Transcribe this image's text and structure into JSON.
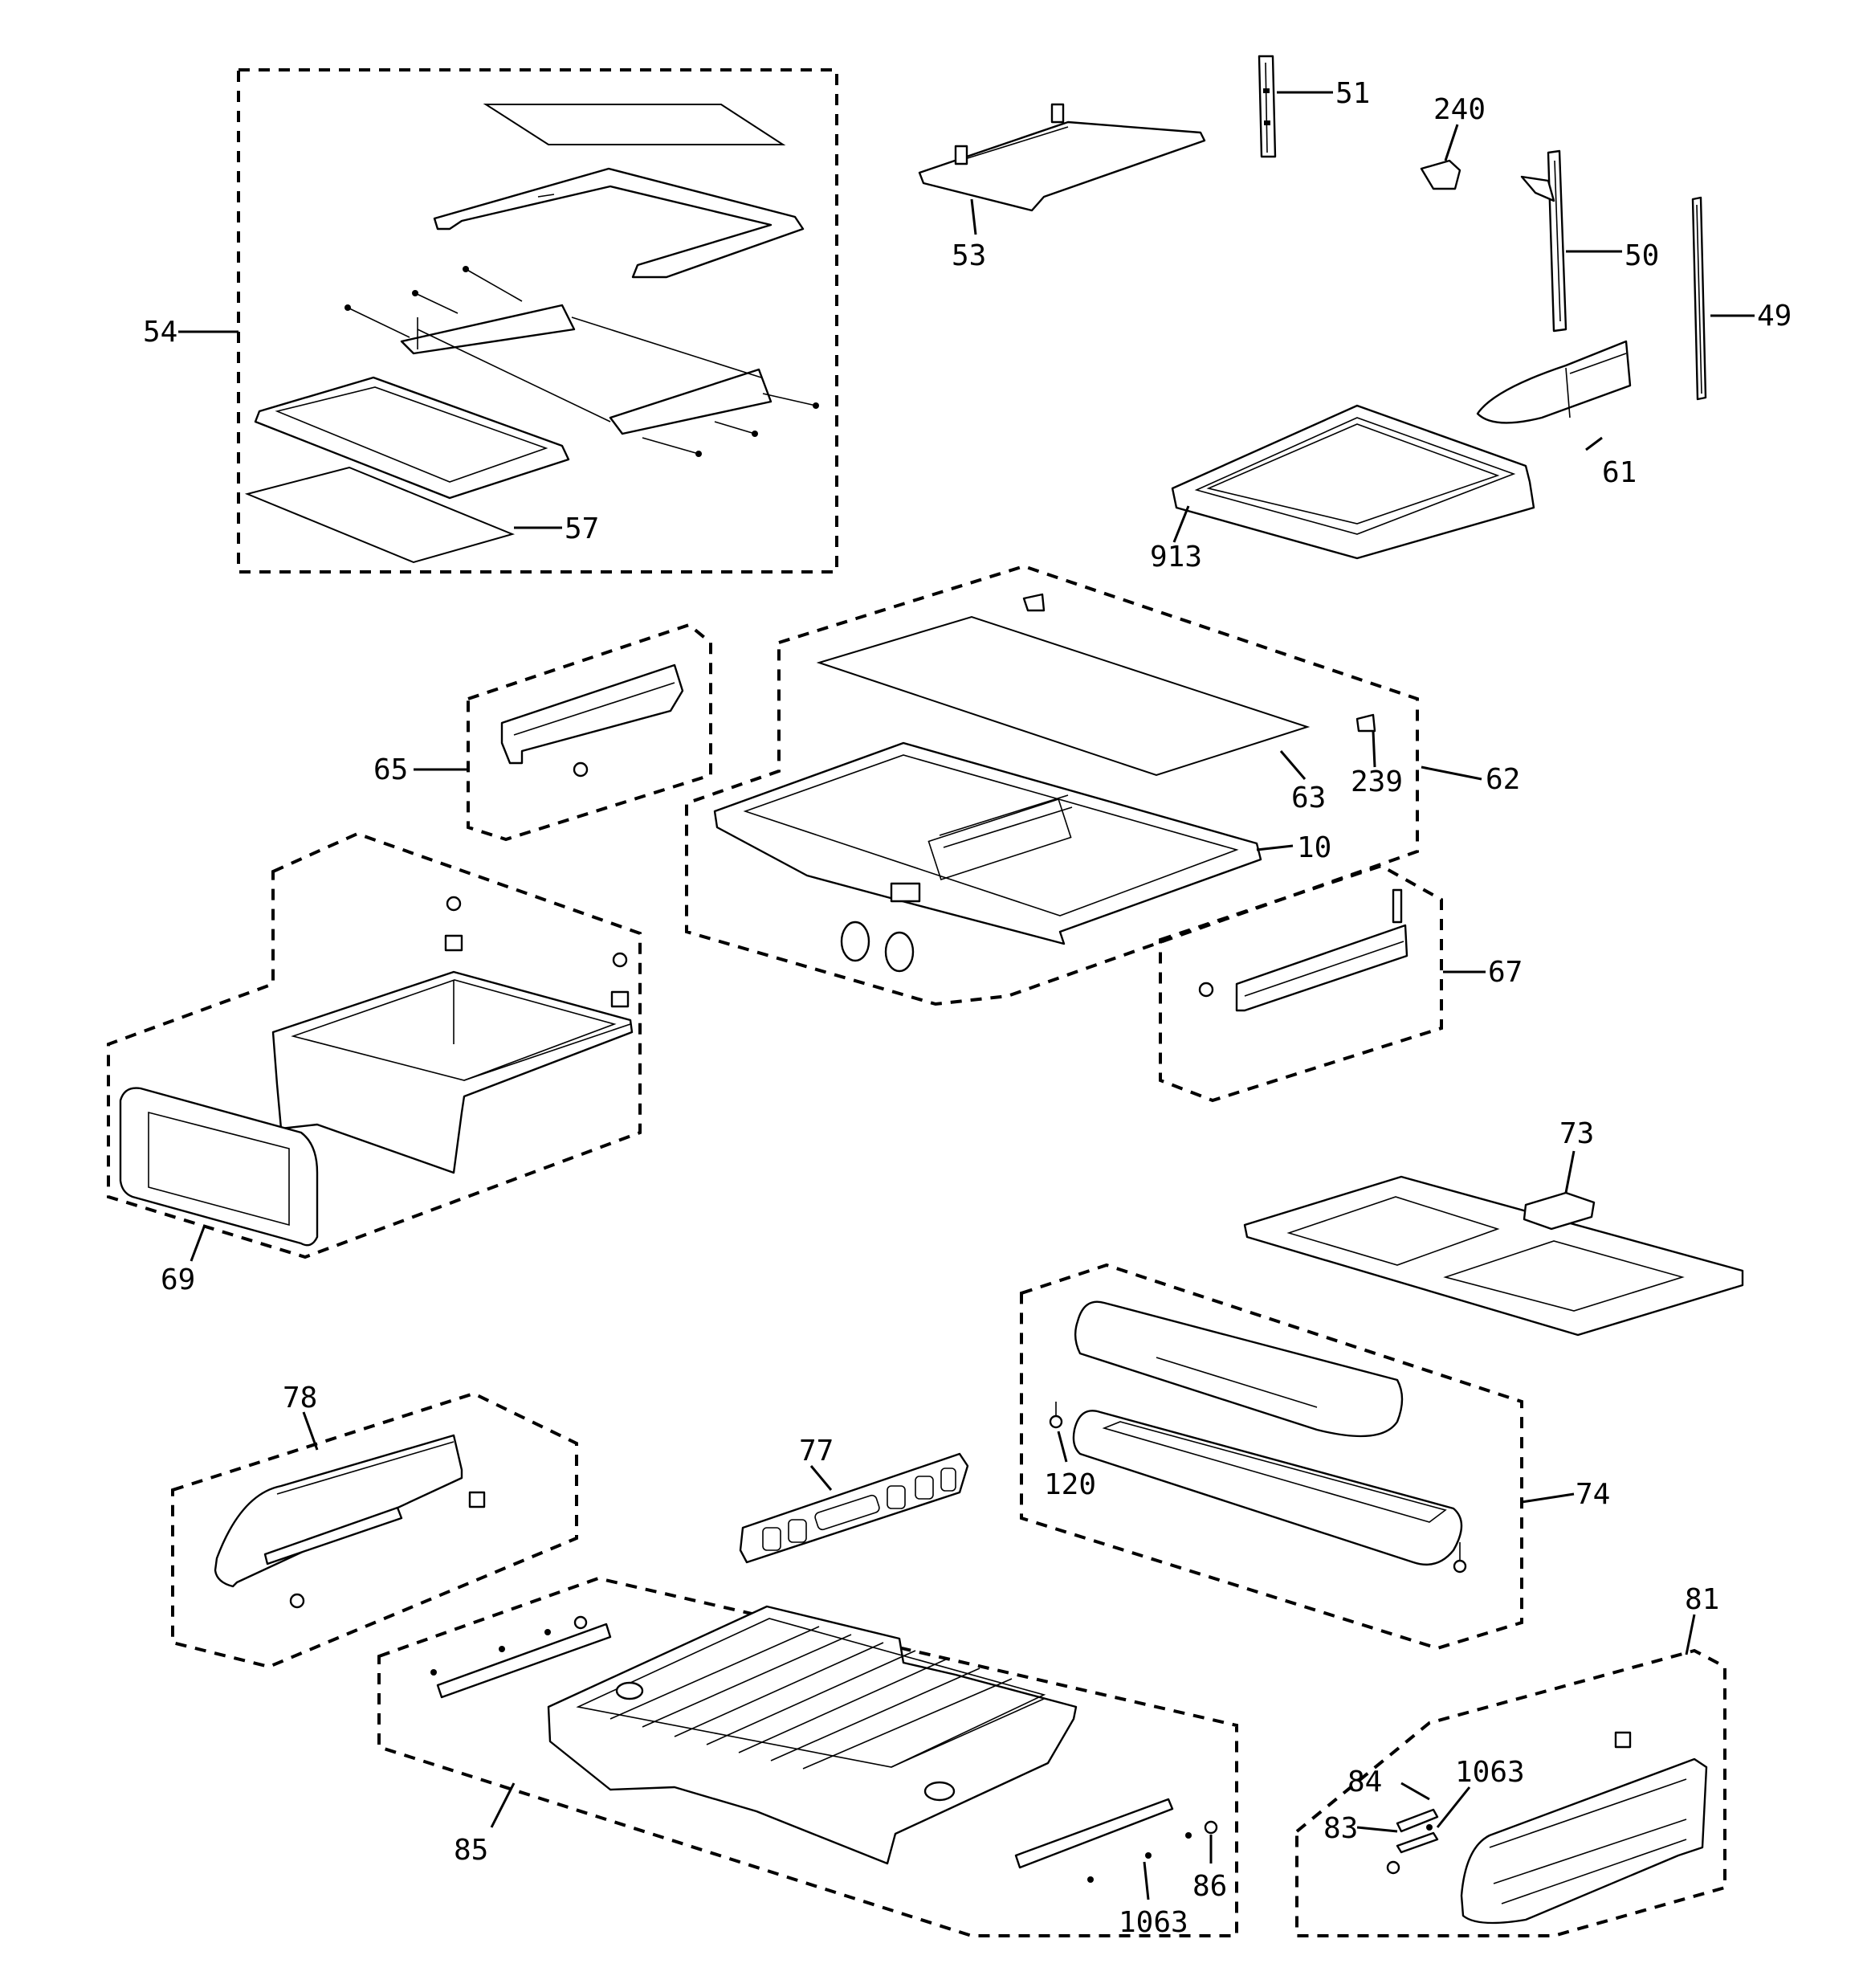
{
  "labels": {
    "p54": "54",
    "p57": "57",
    "p53": "53",
    "p51": "51",
    "p240": "240",
    "p50": "50",
    "p49": "49",
    "p61": "61",
    "p913": "913",
    "p65": "65",
    "p63": "63",
    "p239": "239",
    "p62": "62",
    "p10": "10",
    "p67": "67",
    "p69": "69",
    "p73": "73",
    "p78": "78",
    "p77": "77",
    "p120": "120",
    "p74": "74",
    "p81": "81",
    "p84": "84",
    "p1063a": "1063",
    "p83": "83",
    "p85": "85",
    "p86": "86",
    "p1063b": "1063"
  }
}
